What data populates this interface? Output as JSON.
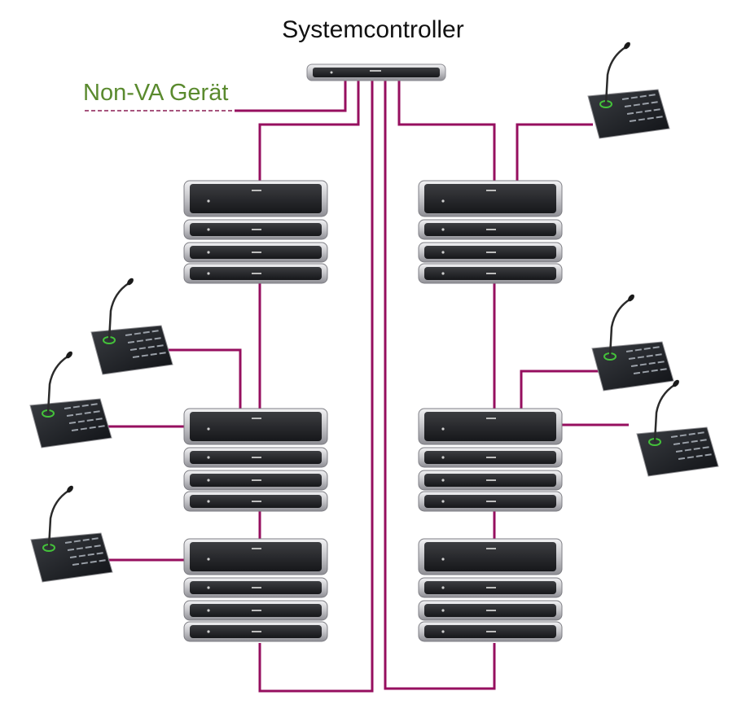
{
  "diagram": {
    "title": "Systemcontroller",
    "non_va_label": "Non-VA Gerät",
    "colors": {
      "wire": "#960f5f",
      "non_va": "#5a8a2e",
      "non_va_dash": "#8a1b52",
      "device_body": "#2a2a2c",
      "device_frame": "#c8c8cc",
      "call_station_panel": "#1f2125",
      "call_station_accent": "#44c23a"
    },
    "nodes": {
      "controller": "system-controller",
      "amplifier_racks": 6,
      "call_stations": 6
    }
  }
}
